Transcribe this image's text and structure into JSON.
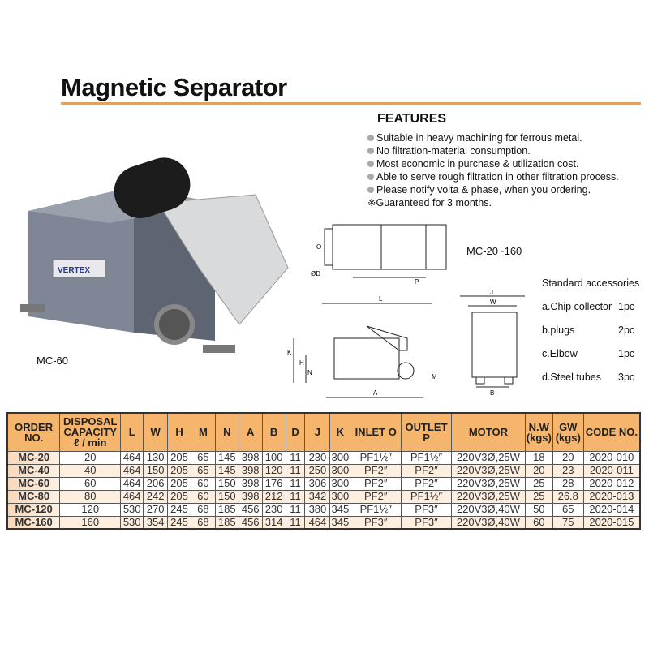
{
  "title": "Magnetic Separator",
  "features": {
    "heading": "FEATURES",
    "items": [
      "Suitable in heavy machining for ferrous metal.",
      "No filtration-material consumption.",
      "Most economic in purchase & utilization cost.",
      "Able to serve rough filtration in other  filtration process.",
      "Please notify volta & phase, when you ordering."
    ],
    "guarantee": "※Guaranteed for 3 months."
  },
  "photo": {
    "label": "MC-60",
    "brand": "VERTEX"
  },
  "diagram": {
    "label": "MC-20~160",
    "dims": [
      "L",
      "A",
      "K",
      "H",
      "N",
      "M",
      "J",
      "W",
      "B",
      "P",
      "O",
      "ØD"
    ]
  },
  "accessories": {
    "heading": "Standard accessories",
    "items": [
      {
        "name": "a.Chip collector",
        "qty": "1pc"
      },
      {
        "name": "b.plugs",
        "qty": "2pc"
      },
      {
        "name": "c.Elbow",
        "qty": "1pc"
      },
      {
        "name": "d.Steel tubes",
        "qty": "3pc"
      }
    ]
  },
  "table": {
    "headers": [
      "ORDER NO.",
      "DISPOSAL CAPACITY ℓ / min",
      "L",
      "W",
      "H",
      "M",
      "N",
      "A",
      "B",
      "D",
      "J",
      "K",
      "INLET O",
      "OUTLET P",
      "MOTOR",
      "N.W (kgs)",
      "GW (kgs)",
      "CODE NO."
    ],
    "rows": [
      [
        "MC-20",
        "20",
        "464",
        "130",
        "205",
        "65",
        "145",
        "398",
        "100",
        "11",
        "230",
        "300",
        "PF1½″",
        "PF1½″",
        "220V3Ø,25W",
        "18",
        "20",
        "2020-010"
      ],
      [
        "MC-40",
        "40",
        "464",
        "150",
        "205",
        "65",
        "145",
        "398",
        "120",
        "11",
        "250",
        "300",
        "PF2″",
        "PF2″",
        "220V3Ø,25W",
        "20",
        "23",
        "2020-011"
      ],
      [
        "MC-60",
        "60",
        "464",
        "206",
        "205",
        "60",
        "150",
        "398",
        "176",
        "11",
        "306",
        "300",
        "PF2″",
        "PF2″",
        "220V3Ø,25W",
        "25",
        "28",
        "2020-012"
      ],
      [
        "MC-80",
        "80",
        "464",
        "242",
        "205",
        "60",
        "150",
        "398",
        "212",
        "11",
        "342",
        "300",
        "PF2″",
        "PF1½″",
        "220V3Ø,25W",
        "25",
        "26.8",
        "2020-013"
      ],
      [
        "MC-120",
        "120",
        "530",
        "270",
        "245",
        "68",
        "185",
        "456",
        "230",
        "11",
        "380",
        "345",
        "PF1½″",
        "PF3″",
        "220V3Ø,40W",
        "50",
        "65",
        "2020-014"
      ],
      [
        "MC-160",
        "160",
        "530",
        "354",
        "245",
        "68",
        "185",
        "456",
        "314",
        "11",
        "464",
        "345",
        "PF3″",
        "PF3″",
        "220V3Ø,40W",
        "60",
        "75",
        "2020-015"
      ]
    ]
  }
}
